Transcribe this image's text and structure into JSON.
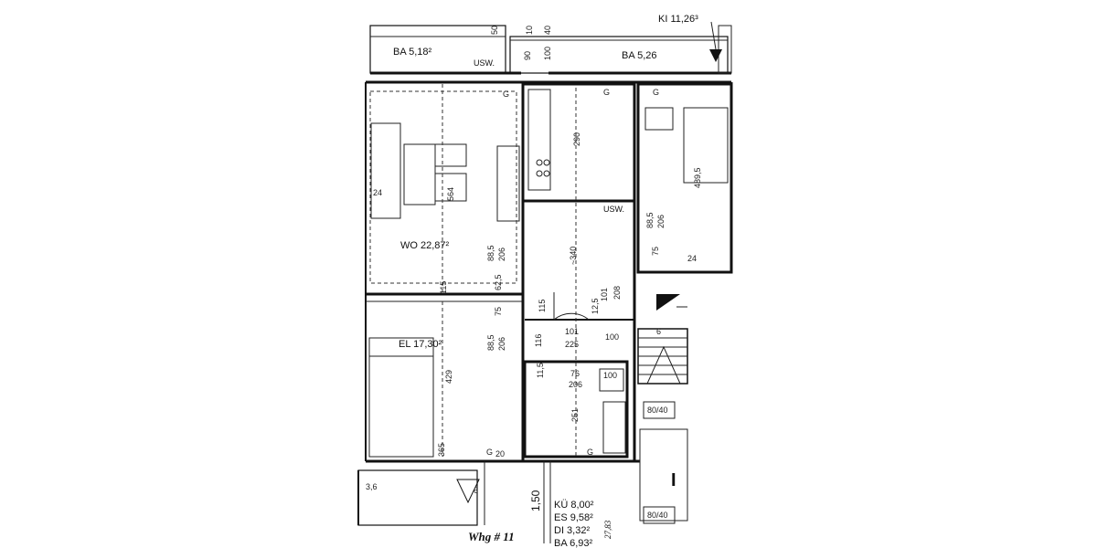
{
  "rooms": {
    "ba_left": "BA 5,18²",
    "usw_top": "USW.",
    "ba_right": "BA 5,26",
    "ki": "KI 11,26³",
    "wo": "WO 22,87²",
    "el": "EL 17,30²",
    "usw_mid": "USW."
  },
  "dimensions": {
    "d50": "50",
    "d10": "10",
    "d40": "40",
    "d90": "90",
    "d100a": "100",
    "d290": "290",
    "d564": "564",
    "d24a": "24",
    "d489_5": "489,5",
    "d88_5a": "88,5",
    "d206a": "206",
    "d88_5b": "88,5",
    "d206b": "206",
    "d75a": "75",
    "d24b": "24",
    "d340": "~340",
    "d115a": "115",
    "d62_5": "62,5",
    "d75b": "75",
    "d115b": "115",
    "d101a": "101",
    "d208": "208",
    "d12_5": "12,5",
    "d101b": "101",
    "d225": "225",
    "d100b": "100",
    "d116": "116",
    "d88_5c": "88,5",
    "d206c": "206",
    "d429": "429",
    "d11_5": "11,5",
    "d76": "76",
    "d206d": "206",
    "d100c": "100",
    "d251": "251",
    "d365": "365",
    "d20": "20",
    "d6a": "6",
    "d6b": "6",
    "d1_50": "1,50",
    "d3_6": "3,6"
  },
  "markers": {
    "g": "G",
    "window_tag_a": "80/40",
    "window_tag_b": "80/40",
    "roman": "I"
  },
  "summary": {
    "kue": "KÜ  8,00²",
    "es": "ES  9,58²",
    "di": "DI  3,32²",
    "ba": "BA  6,93²",
    "total": "27,83"
  },
  "handwriting": "Whg # 11"
}
